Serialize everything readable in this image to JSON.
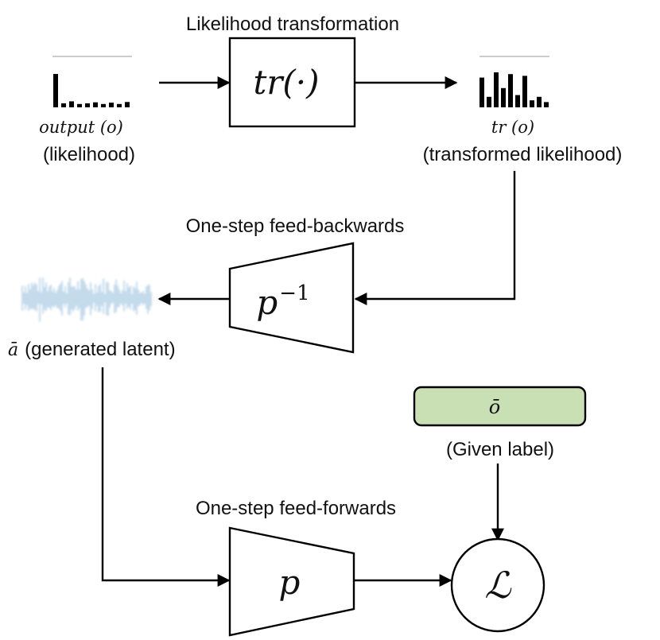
{
  "diagram": {
    "top_title": "Likelihood transformation",
    "tr_box_label": "tr(·)",
    "output_math": "output (o)",
    "output_caption": "(likelihood)",
    "tr_output_math": "tr (o)",
    "tr_output_caption": "(transformed likelihood)",
    "backward_title": "One-step feed-backwards",
    "inverse_label": "p",
    "inverse_exponent": "−1",
    "latent_symbol": "ā",
    "latent_caption": "(generated latent)",
    "label_box_symbol": "ō",
    "label_caption": "(Given label)",
    "forward_title": "One-step feed-forwards",
    "forward_label": "p",
    "loss_symbol": "ℒ"
  },
  "histograms": {
    "likelihood": [
      1.0,
      0.12,
      0.18,
      0.1,
      0.12,
      0.15,
      0.1,
      0.14,
      0.1,
      0.16
    ],
    "transformed": [
      0.85,
      0.3,
      1.0,
      0.55,
      0.95,
      0.35,
      0.9,
      0.2,
      0.3,
      0.15
    ]
  },
  "colors": {
    "label_box_fill": "#c8e0b4",
    "latent_noise": "#9dc3e0",
    "separator": "#cccccc"
  }
}
